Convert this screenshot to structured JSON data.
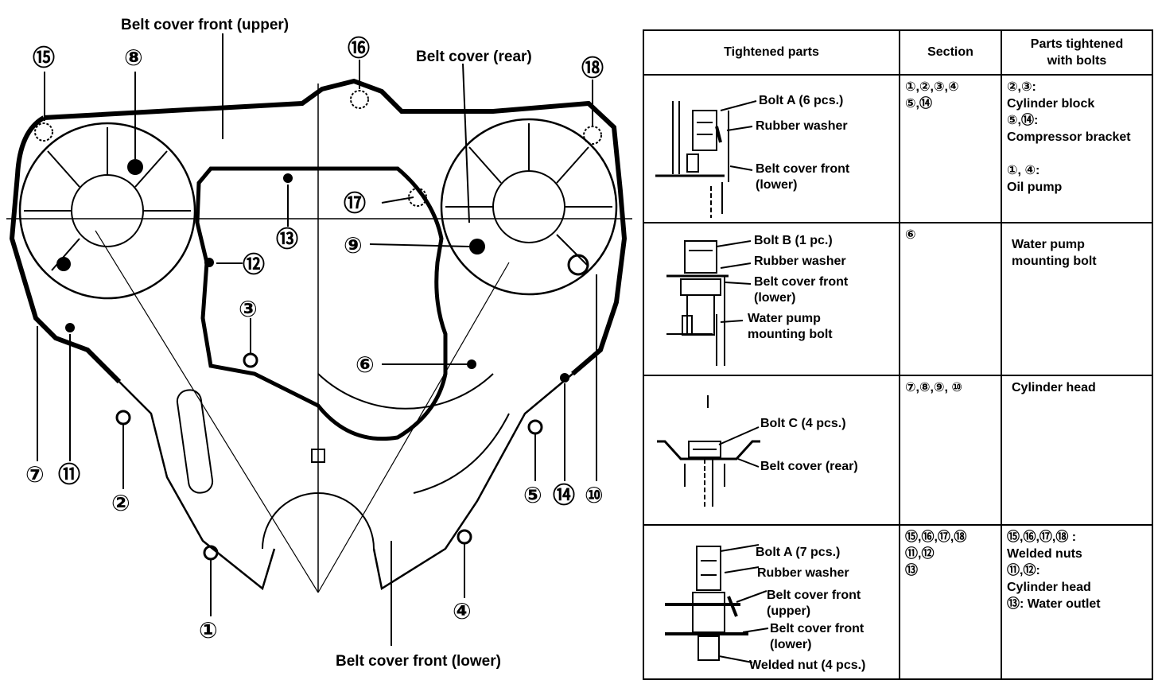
{
  "diagram": {
    "labels": {
      "belt_cover_front_upper": "Belt cover front (upper)",
      "belt_cover_rear": "Belt cover (rear)",
      "belt_cover_front_lower": "Belt cover front (lower)"
    },
    "bolt_numbers": [
      "①",
      "②",
      "③",
      "④",
      "⑤",
      "⑥",
      "⑦",
      "⑧",
      "⑨",
      "⑩",
      "⑪",
      "⑫",
      "⑬",
      "⑭",
      "⑮",
      "⑯",
      "⑰",
      "⑱"
    ]
  },
  "table": {
    "headers": [
      "Tightened parts",
      "Section",
      "Parts tightened\nwith bolts"
    ],
    "rows": [
      {
        "callouts": [
          "Bolt A (6 pcs.)",
          "Rubber washer",
          "Belt cover front\n(lower)"
        ],
        "section": "①,②,③,④\n⑤,⑭",
        "parts": "②,③:\nCylinder block\n⑤,⑭:\nCompressor bracket\n\n①, ④:\nOil pump"
      },
      {
        "callouts": [
          "Bolt B (1 pc.)",
          "Rubber washer",
          "Belt cover front\n(lower)",
          "Water pump\nmounting bolt"
        ],
        "section": "⑥",
        "parts": "Water pump\nmounting bolt"
      },
      {
        "callouts": [
          "Bolt C (4 pcs.)",
          "Belt cover (rear)"
        ],
        "section": "⑦,⑧,⑨, ⑩",
        "parts": "Cylinder head"
      },
      {
        "callouts": [
          "Bolt A (7 pcs.)",
          "Rubber washer",
          "Belt cover front\n(upper)",
          "Belt cover front\n(lower)",
          "Welded nut (4 pcs.)"
        ],
        "section": "⑮,⑯,⑰,⑱\n⑪,⑫\n⑬",
        "parts": "⑮,⑯,⑰,⑱ :\nWelded nuts\n⑪,⑫:\nCylinder head\n⑬: Water outlet"
      }
    ]
  }
}
